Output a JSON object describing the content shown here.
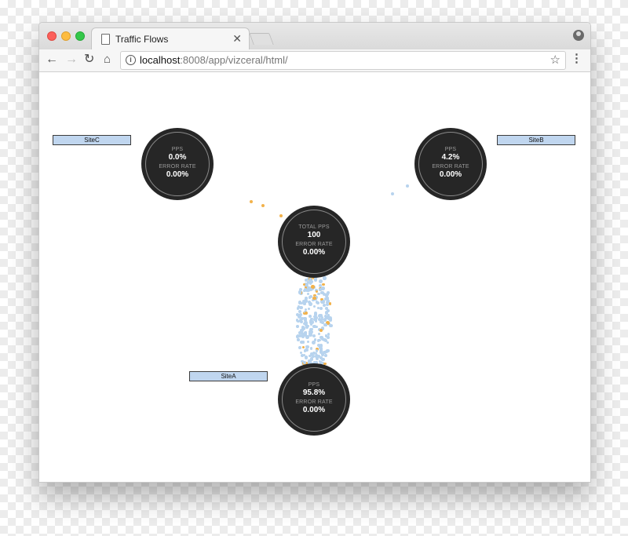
{
  "browser": {
    "tab_title": "Traffic Flows",
    "url_host": "localhost",
    "url_path": ":8008/app/vizceral/html/",
    "icons": {
      "close": "close-icon",
      "back": "back-arrow-icon",
      "forward": "forward-arrow-icon",
      "reload": "reload-icon",
      "home": "home-icon",
      "info": "info-icon",
      "bookmark": "star-icon",
      "menu": "kebab-menu-icon",
      "profile": "profile-icon"
    }
  },
  "colors": {
    "node_bg": "#262626",
    "label_bg": "#c0d6ef",
    "normal_particle": "#b7d3ee",
    "warning_particle": "#f2b24b"
  },
  "graph": {
    "center": {
      "pps_label": "TOTAL PPS",
      "pps_value": "100",
      "error_label": "ERROR RATE",
      "error_value": "0.00%"
    },
    "siteC": {
      "name": "SiteC",
      "pps_label": "PPS",
      "pps_value": "0.0%",
      "error_label": "ERROR RATE",
      "error_value": "0.00%"
    },
    "siteB": {
      "name": "SiteB",
      "pps_label": "PPS",
      "pps_value": "4.2%",
      "error_label": "ERROR RATE",
      "error_value": "0.00%"
    },
    "siteA": {
      "name": "SiteA",
      "pps_label": "PPS",
      "pps_value": "95.8%",
      "error_label": "ERROR RATE",
      "error_value": "0.00%"
    }
  }
}
